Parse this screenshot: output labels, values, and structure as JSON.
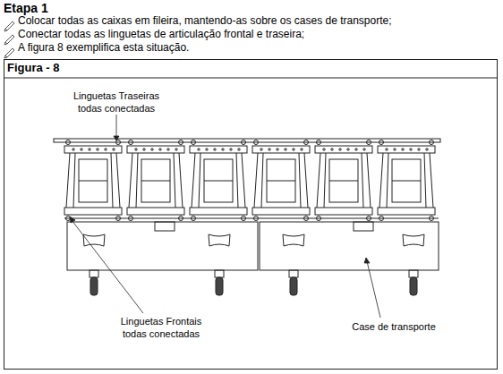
{
  "diagram": {
    "title": "Etapa 1",
    "nodes": [
      {
        "text": [
          "Figura - 8"
        ]
      }
    ],
    "edges": [],
    "labels": [
      "Colocar todas as caixas em fileira, mantendo-as sobre os cases de transporte;",
      "Conectar todas as linguetas de articulação frontal e traseira;",
      "A figura 8 exemplifica esta situação.",
      "Linguetas Traseiras todas conectadas",
      "Linguetas Frontais todas conectadas",
      "Case de transporte"
    ]
  }
}
